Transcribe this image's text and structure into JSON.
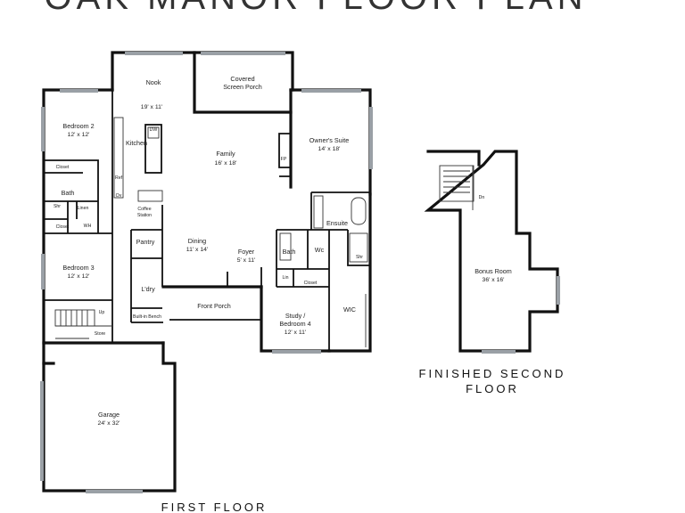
{
  "title": "OAK MANOR FLOOR PLAN",
  "captions": {
    "first_floor": "FIRST FLOOR",
    "second_floor_line1": "FINISHED SECOND",
    "second_floor_line2": "FLOOR"
  },
  "rooms": {
    "nook": {
      "name": "Nook",
      "dims": "19' x 11'"
    },
    "covered_porch": {
      "line1": "Covered",
      "line2": "Screen Porch"
    },
    "bedroom2": {
      "name": "Bedroom 2",
      "dims": "12' x 12'"
    },
    "kitchen": {
      "name": "Kitchen"
    },
    "dw": {
      "name": "DW"
    },
    "family": {
      "name": "Family",
      "dims": "16' x 18'"
    },
    "owners_suite": {
      "name": "Owner's Suite",
      "dims": "14' x 18'"
    },
    "fp": {
      "name": "FP"
    },
    "closet_b2": {
      "name": "Closet"
    },
    "bath1": {
      "name": "Bath"
    },
    "ref": {
      "name": "Ref"
    },
    "ov": {
      "name": "Ov"
    },
    "shr1": {
      "name": "Shr"
    },
    "linen": {
      "name": "Linen"
    },
    "coffee": {
      "line1": "Coffee",
      "line2": "Station"
    },
    "ensuite": {
      "name": "Ensuite"
    },
    "closet_b3": {
      "name": "Closet"
    },
    "wh": {
      "name": "WH"
    },
    "pantry": {
      "name": "Pantry"
    },
    "dining": {
      "name": "Dining",
      "dims": "11' x 14'"
    },
    "foyer": {
      "name": "Foyer",
      "dims": "5' x 11'"
    },
    "bath2": {
      "name": "Bath"
    },
    "wc": {
      "name": "Wc"
    },
    "shr2": {
      "name": "Shr"
    },
    "bedroom3": {
      "name": "Bedroom 3",
      "dims": "12' x 12'"
    },
    "ldry": {
      "name": "L'dry"
    },
    "lin2": {
      "name": "Lin"
    },
    "closet_study": {
      "name": "Closet"
    },
    "front_porch": {
      "name": "Front Porch"
    },
    "study": {
      "line1": "Study /",
      "line2": "Bedroom 4",
      "dims": "12' x 11'"
    },
    "wic": {
      "name": "WIC"
    },
    "up": {
      "name": "Up"
    },
    "store": {
      "name": "Store"
    },
    "bench": {
      "name": "Built-in Bench"
    },
    "garage": {
      "name": "Garage",
      "dims": "24' x 32'"
    },
    "dn": {
      "name": "Dn"
    },
    "bonus": {
      "name": "Bonus Room",
      "dims": "36' x 16'"
    }
  }
}
